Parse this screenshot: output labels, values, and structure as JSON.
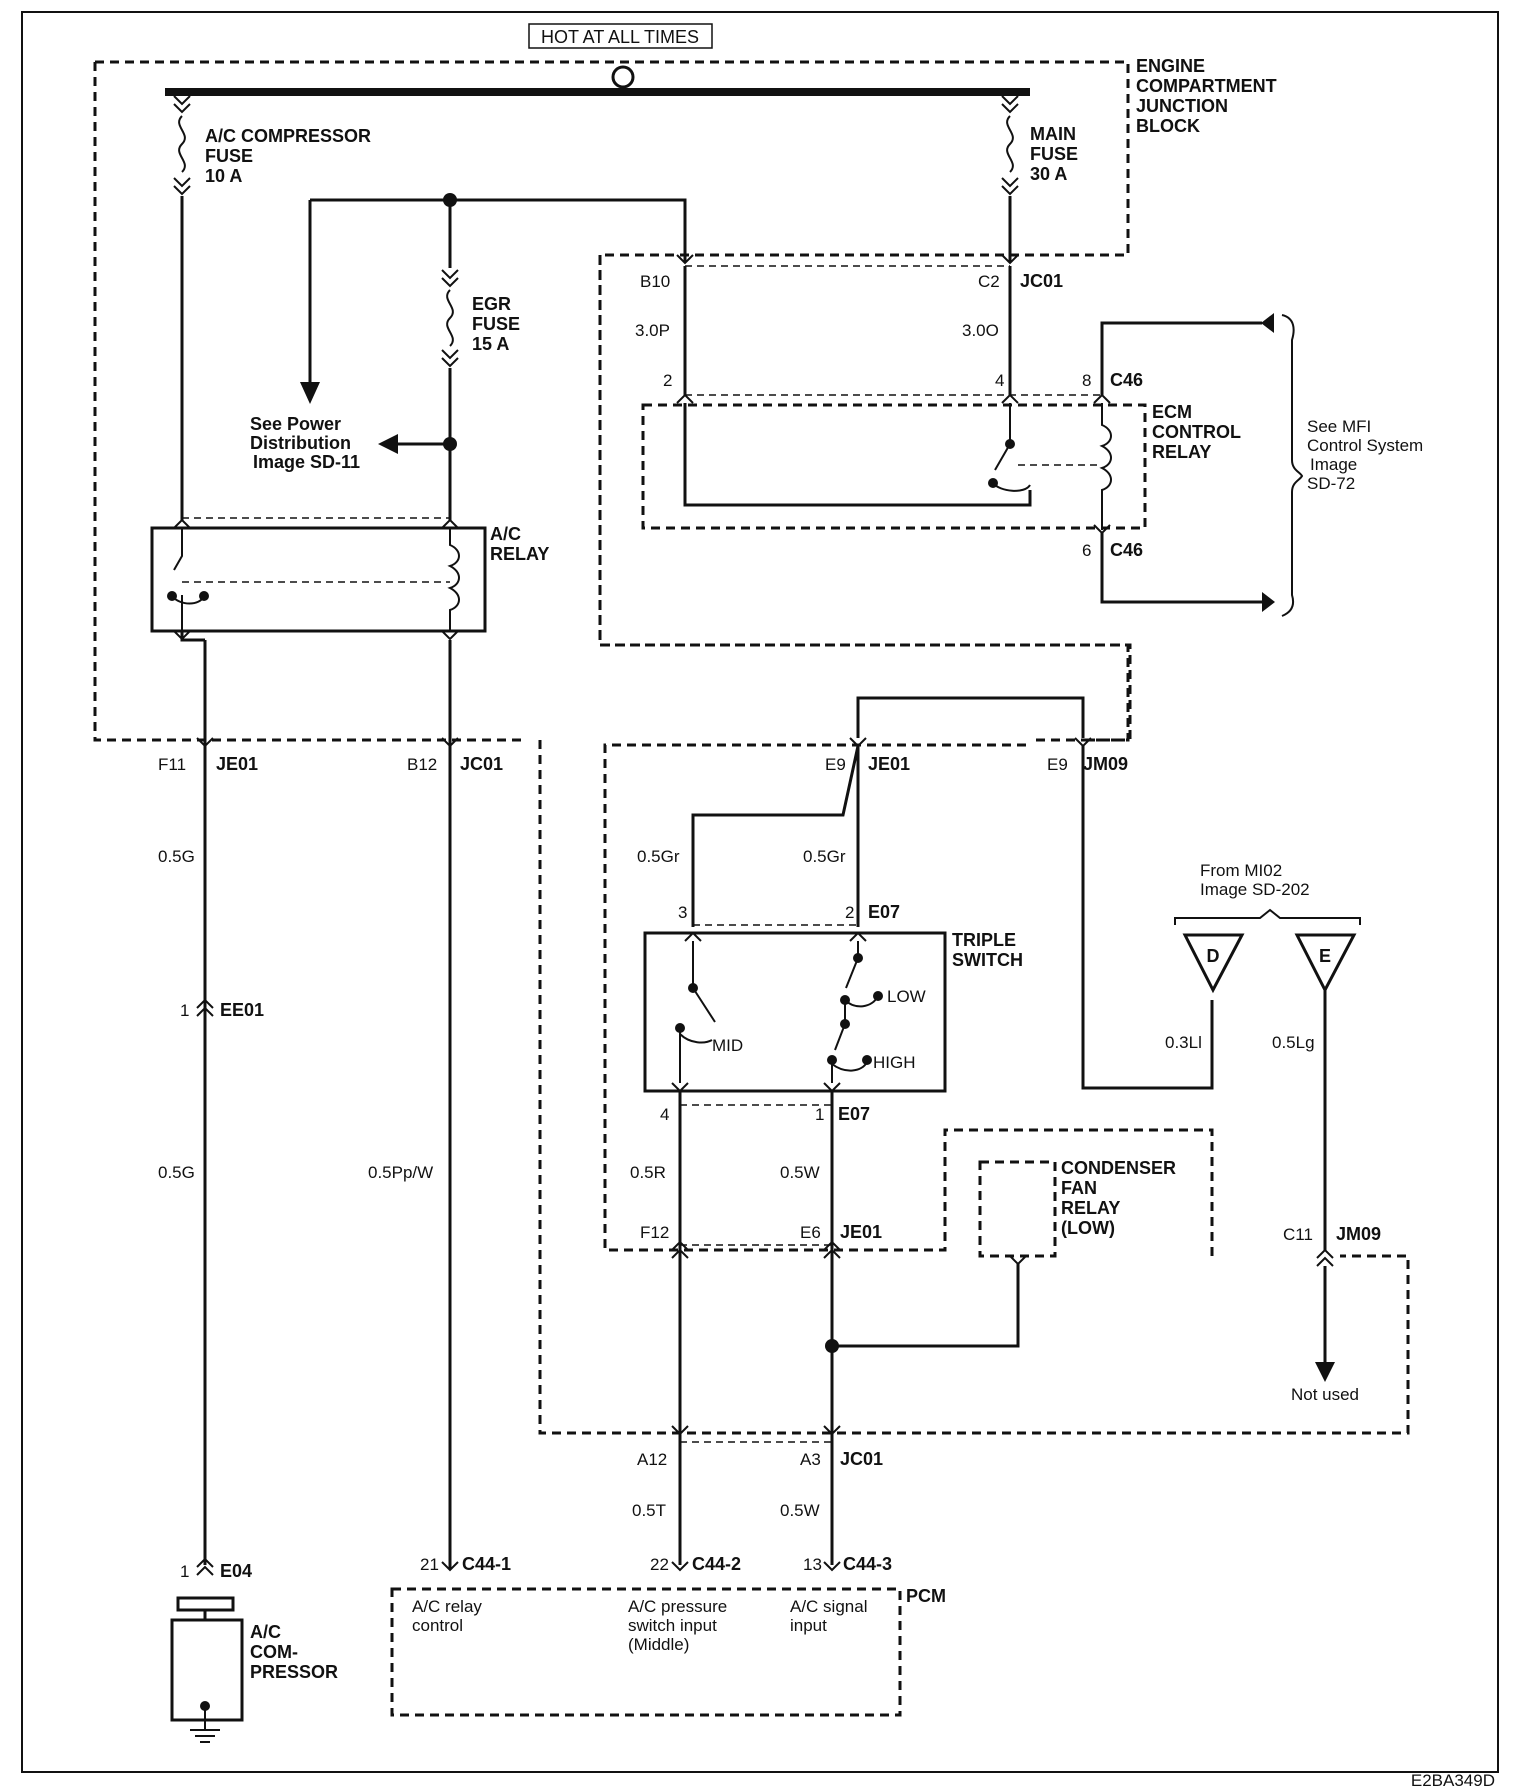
{
  "hot_label": "HOT AT ALL TIMES",
  "junction_block": [
    "ENGINE",
    "COMPARTMENT",
    "JUNCTION",
    "BLOCK"
  ],
  "fuses": {
    "ac_comp": [
      "A/C COMPRESSOR",
      "FUSE",
      "10 A"
    ],
    "main": [
      "MAIN",
      "FUSE",
      "30 A"
    ],
    "egr": [
      "EGR",
      "FUSE",
      "15 A"
    ]
  },
  "see_power": [
    "See Power",
    "Distribution",
    "Image SD-11"
  ],
  "see_mfi": [
    "See MFI",
    "Control System",
    "Image",
    "SD-72"
  ],
  "ecm_relay": [
    "ECM",
    "CONTROL",
    "RELAY"
  ],
  "ac_relay": [
    "A/C",
    "RELAY"
  ],
  "triple_switch": [
    "TRIPLE",
    "SWITCH"
  ],
  "switch_positions": {
    "low": "LOW",
    "mid": "MID",
    "high": "HIGH"
  },
  "condenser_relay": [
    "CONDENSER",
    "FAN",
    "RELAY",
    "(LOW)"
  ],
  "from_mi02": [
    "From MI02",
    "Image SD-202"
  ],
  "connectors_ref": {
    "d": "D",
    "e": "E"
  },
  "not_used": "Not used",
  "compressor": [
    "A/C",
    "COM-",
    "PRESSOR"
  ],
  "pcm": {
    "label": "PCM",
    "inputs": [
      [
        "A/C relay",
        "control"
      ],
      [
        "A/C pressure",
        "switch input",
        "(Middle)"
      ],
      [
        "A/C signal",
        "input"
      ]
    ]
  },
  "pins": {
    "b10": "B10",
    "c2": "C2",
    "jc01": "JC01",
    "p2": "2",
    "p4": "4",
    "p8": "8",
    "c46": "C46",
    "p6": "6",
    "f11": "F11",
    "je01": "JE01",
    "b12": "B12",
    "e9": "E9",
    "jm09": "JM09",
    "p1": "1",
    "ee01": "EE01",
    "p3": "3",
    "e07": "E07",
    "f12": "F12",
    "e6": "E6",
    "c11": "C11",
    "a12": "A12",
    "a3": "A3",
    "e04": "E04",
    "p21": "21",
    "c44_1": "C44-1",
    "p22": "22",
    "c44_2": "C44-2",
    "p13": "13",
    "c44_3": "C44-3"
  },
  "wires": {
    "w30p": "3.0P",
    "w30o": "3.0O",
    "w05g": "0.5G",
    "w05gr": "0.5Gr",
    "w05ppw": "0.5Pp/W",
    "w05r": "0.5R",
    "w05w": "0.5W",
    "w03li": "0.3Ll",
    "w05lg": "0.5Lg",
    "w05t": "0.5T"
  },
  "figure_id": "E2BA349D"
}
